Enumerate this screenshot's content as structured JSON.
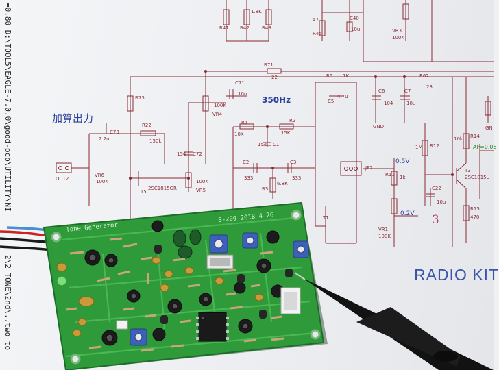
{
  "scene": {
    "heading_cn": "加算出力",
    "radio_kit": "RADIO KIT",
    "frequency": "350Hz",
    "handwritten": "3",
    "side_text_upper": "=0.80  D:\\TOOL5\\EAGLE-7.0.0\\good-pcb\\UTILITY\\NI",
    "side_text_lower": "2\\2 TONE\\2nd\\..two to",
    "pcb_silk_left": "Tone Generator",
    "pcb_silk_right": "S-209 2018 4 26",
    "labels": {
      "out2": "OUT2",
      "r73": "R73",
      "r22": "R22",
      "r22v": "150k",
      "c73": "C73",
      "c73v": "2.2u",
      "vr6": "VR6",
      "vr6v": "100K",
      "t5": "T5",
      "t5v": "2SC1815GR",
      "r71": "R71",
      "r71v": "22",
      "c71": "C71",
      "c71v": "10u",
      "vr4": "VR4",
      "vr4v": "100K",
      "c72": "C72",
      "c72v": "154",
      "vr5": "VR5",
      "vr5v": "100K",
      "r1": "R1",
      "r1v": "10K",
      "r2": "R2",
      "r2v": "15K",
      "c1": "C1",
      "c1v": "154",
      "c2": "C2",
      "c2v": "333",
      "c3": "C3",
      "c3v": "333",
      "r3": "R3",
      "r3v": "6.8K",
      "c5": "C5",
      "c5v": "4.7u",
      "r5": "R5",
      "r5v": "1K",
      "t1": "T1",
      "jp2": "JP2",
      "c6": "C6",
      "c6v": "104",
      "c7": "C7",
      "c7v": "10u",
      "gnd": "GND",
      "r62": "R62",
      "r62v": "23",
      "r12": "R12",
      "r12v": "1M",
      "r14": "R14",
      "r14v": "10k",
      "t3": "T3",
      "t3v": "2SC1815L",
      "c22": "C22",
      "c22v": "10u",
      "r15": "R15",
      "r15v": "470",
      "vr1": "VR1",
      "vr1v": "100K",
      "r11": "R11",
      "r11v": "1k",
      "volt1": "0.5V",
      "volt2": "0.2V",
      "af": "AF=0.06",
      "r41": "R41",
      "r42": "R42",
      "r42v": "1.8K",
      "r43": "R43",
      "r45": "R45",
      "r45v": "47",
      "c40": "C40",
      "c40v": "10u",
      "vr3": "VR3",
      "vr3v": "100K",
      "gn": "GN"
    }
  }
}
